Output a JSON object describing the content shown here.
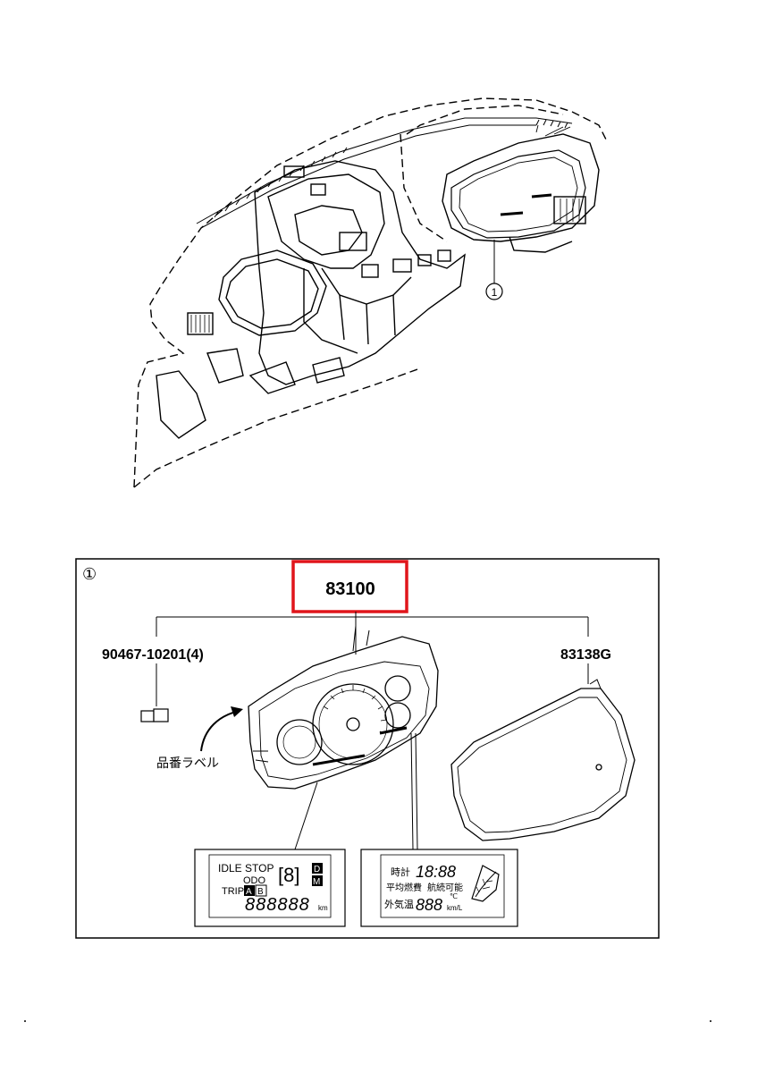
{
  "callout": {
    "number": "1"
  },
  "detail": {
    "index_label": "①",
    "main_part": {
      "number": "83100",
      "highlight_color": "#e0151b"
    },
    "parts": [
      {
        "number": "90467-10201(4)"
      },
      {
        "number": "83138G"
      }
    ],
    "label_note": "品番ラベル"
  },
  "display_left": {
    "idle_stop": "IDLE STOP",
    "odo": "ODO",
    "trip": "TRIP",
    "trip_a": "A",
    "trip_b": "B",
    "gear_d": "D",
    "gear_m": "M",
    "gear_digit": "[8]",
    "odometer_digits": "888888",
    "odometer_unit": "km"
  },
  "display_right": {
    "clock_label": "時計",
    "clock_digits": "18:88",
    "fuel_label": "平均燃費",
    "range_label": "航続可能",
    "temp_label": "外気温",
    "temp_digits": "888",
    "temp_unit": "℃",
    "fuel_unit": "km/L",
    "leaf_icon": "leaf-icon"
  }
}
